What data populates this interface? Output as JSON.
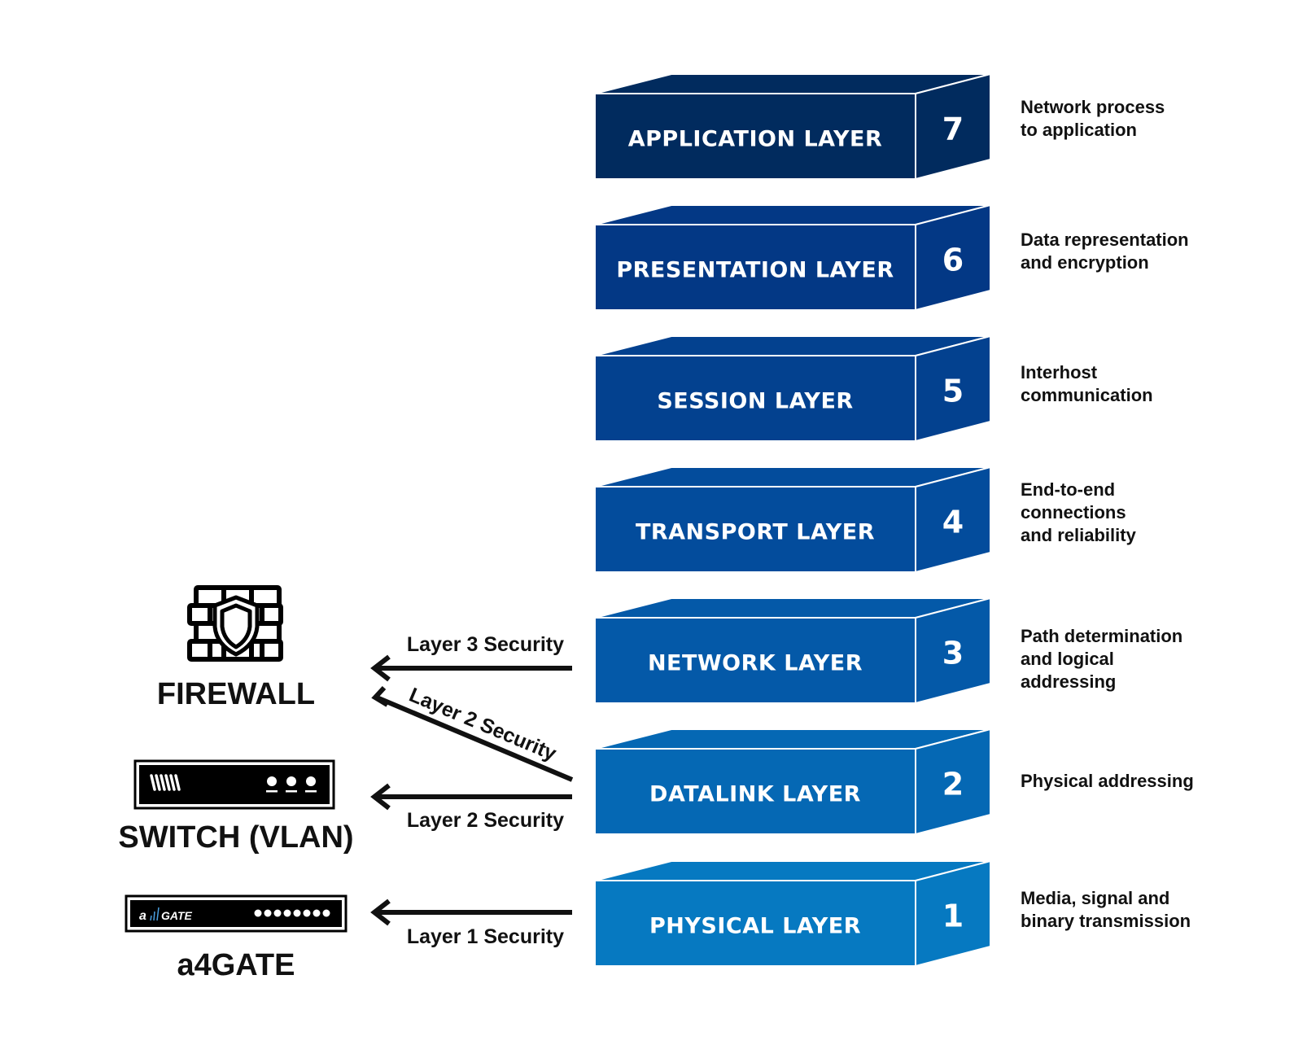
{
  "layers": [
    {
      "number": "7",
      "name": "APPLICATION LAYER",
      "description": "Network process\nto application",
      "color": "#012B5E"
    },
    {
      "number": "6",
      "name": "PRESENTATION LAYER",
      "description": "Data representation\nand encryption",
      "color": "#033885"
    },
    {
      "number": "5",
      "name": "SESSION LAYER",
      "description": "Interhost\ncommunication",
      "color": "#03418F"
    },
    {
      "number": "4",
      "name": "TRANSPORT LAYER",
      "description": "End-to-end\nconnections\nand reliability",
      "color": "#034C9C"
    },
    {
      "number": "3",
      "name": "NETWORK LAYER",
      "description": "Path determination\nand logical\naddressing",
      "color": "#0459A8"
    },
    {
      "number": "2",
      "name": "DATALINK LAYER",
      "description": "Physical addressing",
      "color": "#0568B4"
    },
    {
      "number": "1",
      "name": "PHYSICAL LAYER",
      "description": "Media, signal and\nbinary transmission",
      "color": "#0679C1"
    }
  ],
  "security_links": [
    {
      "label": "Layer 3 Security",
      "from_layer": "3",
      "to_device": "firewall"
    },
    {
      "label": "Layer 2 Security",
      "from_layer": "2",
      "to_device": "firewall"
    },
    {
      "label": "Layer 2 Security",
      "from_layer": "2",
      "to_device": "switch"
    },
    {
      "label": "Layer 1 Security",
      "from_layer": "1",
      "to_device": "a4gate"
    }
  ],
  "devices": {
    "firewall": {
      "label": "FIREWALL",
      "icon": "firewall-brick-shield-icon"
    },
    "switch": {
      "label": "SWITCH (VLAN)",
      "icon": "network-switch-icon"
    },
    "a4gate": {
      "label": "a4GATE",
      "icon": "a4gate-appliance-icon",
      "badge_text": "GATE",
      "badge_prefix": "a"
    }
  }
}
